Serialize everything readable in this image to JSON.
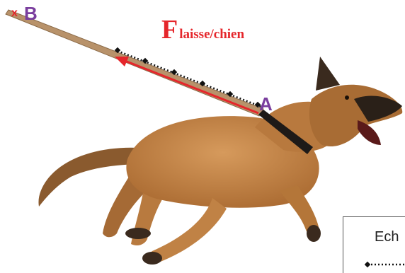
{
  "point_b": {
    "label": "B",
    "marker": "x"
  },
  "point_a": {
    "label": "A"
  },
  "force": {
    "symbol": "F",
    "subscript": "laisse/chien"
  },
  "scale_box": {
    "title": "Ech"
  },
  "colors": {
    "force": "#e5262b",
    "points": "#7a3e9e",
    "leash": "#b8926a",
    "dog": "#c8884a"
  }
}
